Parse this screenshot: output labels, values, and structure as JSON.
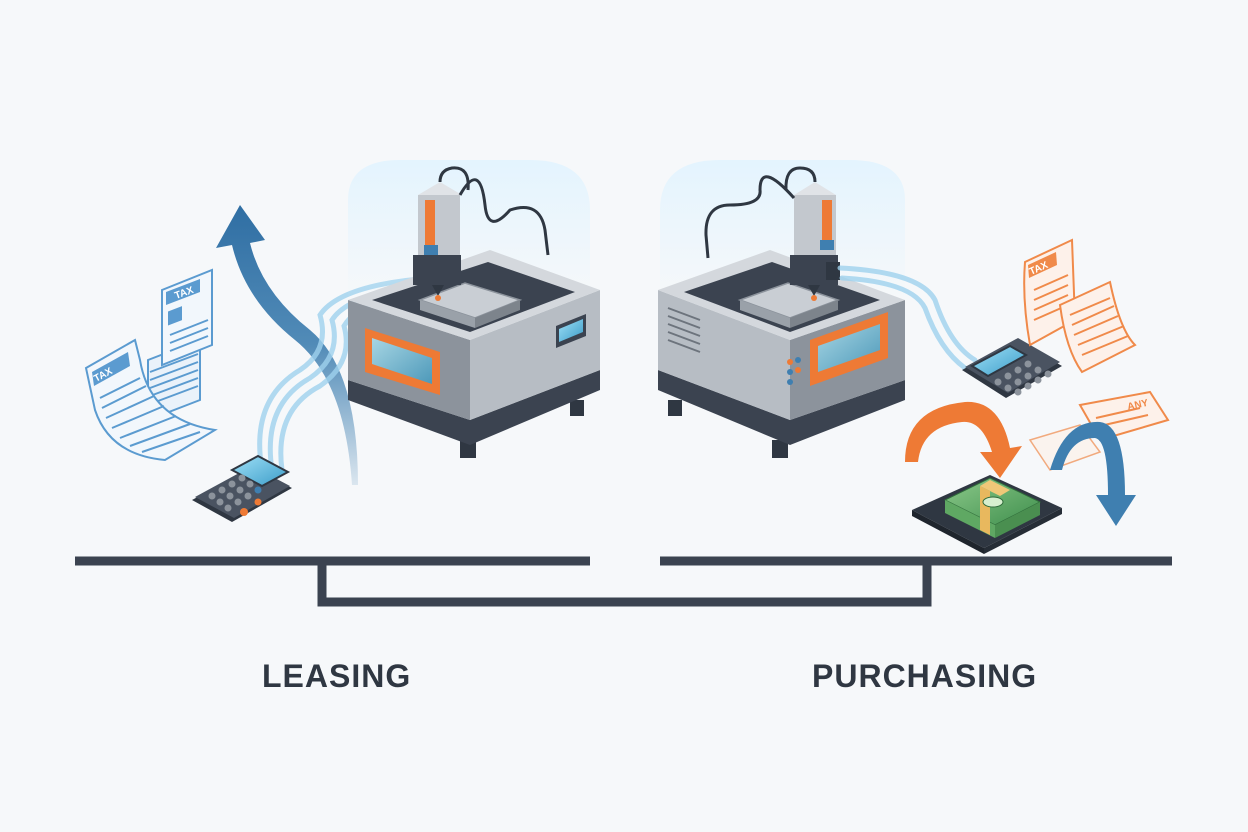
{
  "labels": {
    "left": "LEASING",
    "right": "PURCHASING"
  },
  "documents": {
    "tax_tag": "TAX",
    "right_receipt_tag": "ANY"
  },
  "icons": [
    "tax-document-icon",
    "calculator-icon",
    "cnc-machine-icon",
    "cash-stack-icon",
    "curved-arrow-icon"
  ],
  "colors": {
    "background": "#f6f8fa",
    "text": "#2f3742",
    "accent_orange": "#ee7a35",
    "accent_blue": "#3f7fb0",
    "machine_grey": "#8c939c",
    "machine_dark": "#3b4350",
    "flow_lightblue": "#9fd2ee",
    "paper_blue": "#5b9bd0",
    "paper_orange": "#f08a4a"
  }
}
